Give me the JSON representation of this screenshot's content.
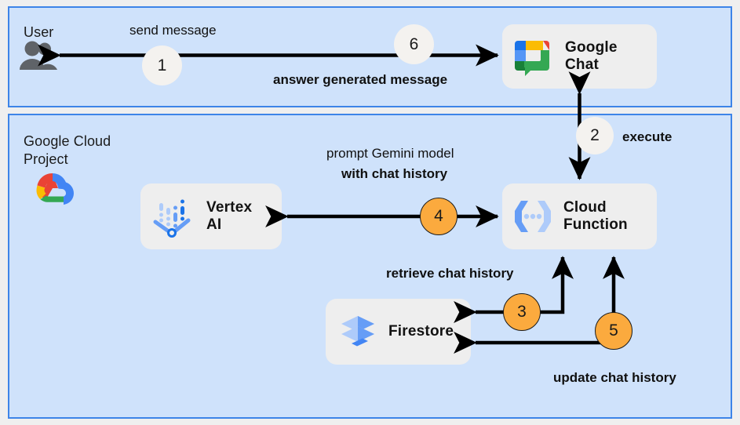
{
  "panels": {
    "user": {
      "title": "User"
    },
    "gcp": {
      "title": "Google Cloud\nProject"
    }
  },
  "cards": {
    "google_chat": {
      "label": "Google\nChat",
      "icon": "google-chat-icon"
    },
    "vertex_ai": {
      "label": "Vertex\nAI",
      "icon": "vertex-ai-icon"
    },
    "cloud_function": {
      "label": "Cloud\nFunction",
      "icon": "cloud-functions-icon"
    },
    "firestore": {
      "label": "Firestore",
      "icon": "firestore-icon"
    }
  },
  "annotations": {
    "send_message": "send message",
    "answer_generated_message": "answer generated message",
    "execute": "execute",
    "prompt_line1": "prompt Gemini model",
    "prompt_line2": "with chat history",
    "retrieve_chat_history": "retrieve chat history",
    "update_chat_history": "update chat history"
  },
  "steps": {
    "s1": "1",
    "s2": "2",
    "s3": "3",
    "s4": "4",
    "s5": "5",
    "s6": "6"
  },
  "icons": {
    "user": "users-icon",
    "google_cloud": "google-cloud-icon"
  },
  "colors": {
    "panel_fill": "#cfe2fb",
    "panel_border": "#3d84e8",
    "card_fill": "#eeeeee",
    "step_accent": "#fbaa3e",
    "step_light": "#f4f2ef",
    "arrow": "#000000",
    "page_background": "#efefef"
  }
}
